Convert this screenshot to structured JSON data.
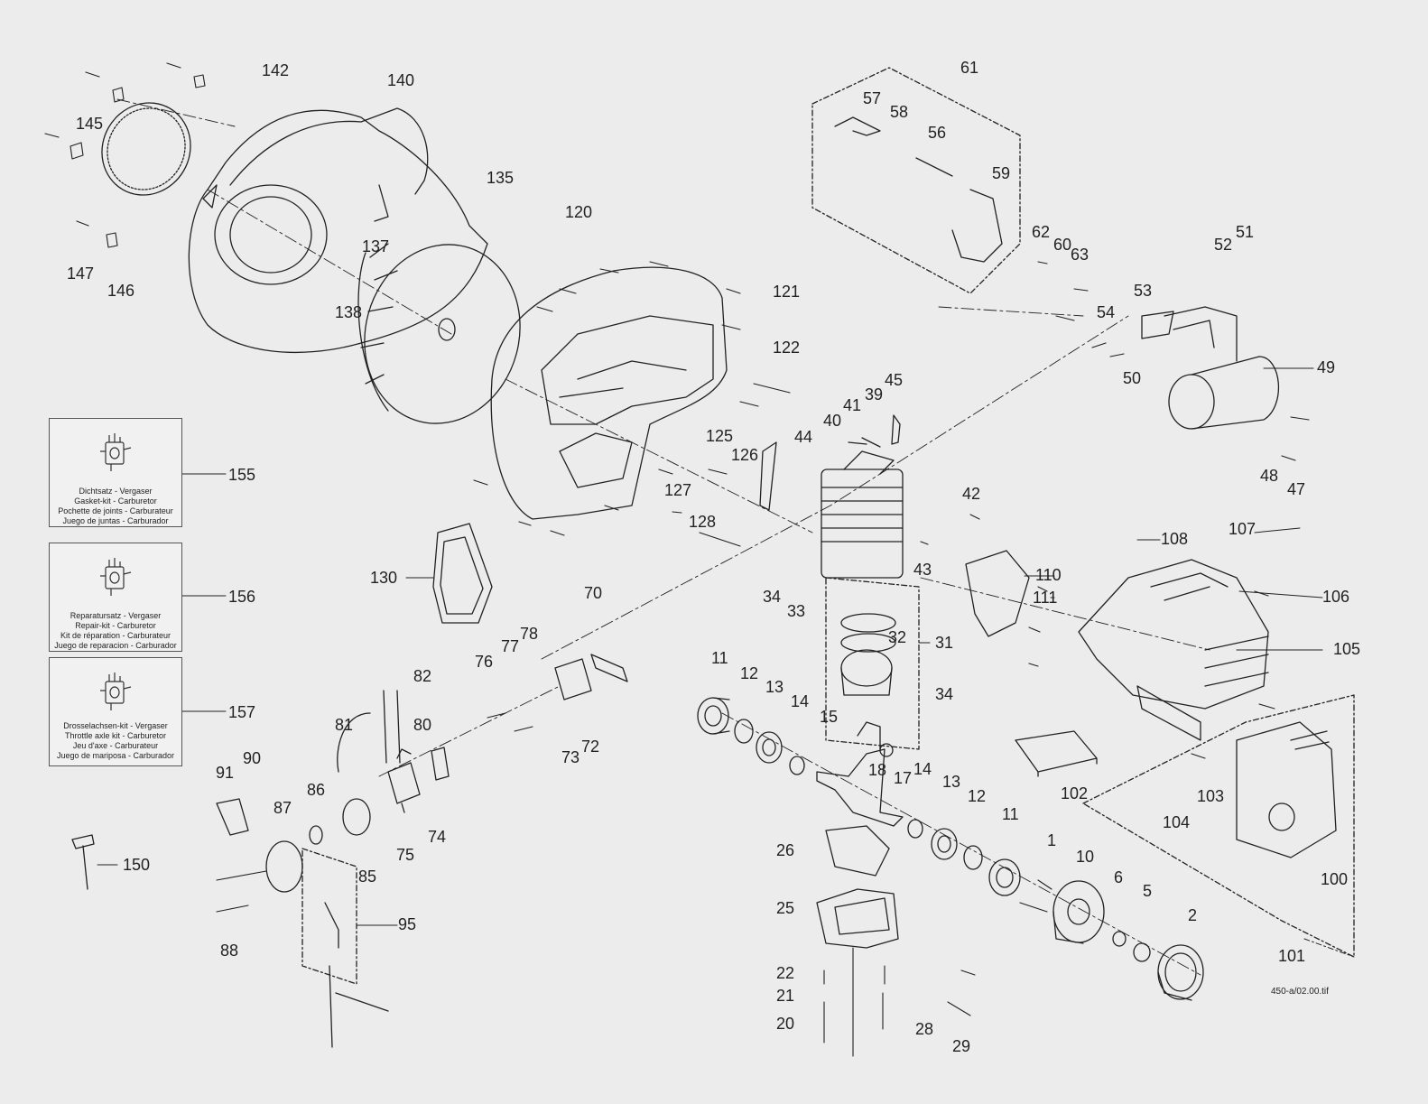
{
  "figure_id": "450-a/02.00.tif",
  "callouts": [
    "1",
    "2",
    "5",
    "6",
    "10",
    "11",
    "11",
    "12",
    "12",
    "13",
    "13",
    "14",
    "14",
    "15",
    "17",
    "18",
    "20",
    "21",
    "22",
    "25",
    "26",
    "28",
    "29",
    "31",
    "32",
    "33",
    "34",
    "34",
    "39",
    "40",
    "41",
    "42",
    "43",
    "44",
    "45",
    "47",
    "48",
    "49",
    "50",
    "51",
    "52",
    "53",
    "54",
    "56",
    "57",
    "58",
    "59",
    "60",
    "61",
    "62",
    "63",
    "70",
    "72",
    "73",
    "74",
    "75",
    "76",
    "77",
    "78",
    "80",
    "81",
    "82",
    "85",
    "86",
    "87",
    "88",
    "90",
    "91",
    "95",
    "100",
    "101",
    "102",
    "103",
    "104",
    "105",
    "106",
    "107",
    "108",
    "110",
    "111",
    "120",
    "121",
    "122",
    "125",
    "126",
    "127",
    "128",
    "130",
    "135",
    "137",
    "138",
    "140",
    "142",
    "145",
    "146",
    "147",
    "150",
    "155",
    "156",
    "157"
  ],
  "kits": [
    {
      "number": "155",
      "lines": [
        "Dichtsatz - Vergaser",
        "Gasket-kit - Carburetor",
        "Pochette de joints - Carburateur",
        "Juego de juntas - Carburador"
      ]
    },
    {
      "number": "156",
      "lines": [
        "Reparatursatz - Vergaser",
        "Repair-kit - Carburetor",
        "Kit de réparation - Carburateur",
        "Juego de reparacion - Carburador"
      ]
    },
    {
      "number": "157",
      "lines": [
        "Drosselachsen-kit - Vergaser",
        "Throttle axle kit - Carburetor",
        "Jeu d'axe - Carburateur",
        "Juego de mariposa - Carburador"
      ]
    }
  ],
  "colors": {
    "background": "#ececec",
    "line": "#222222"
  }
}
